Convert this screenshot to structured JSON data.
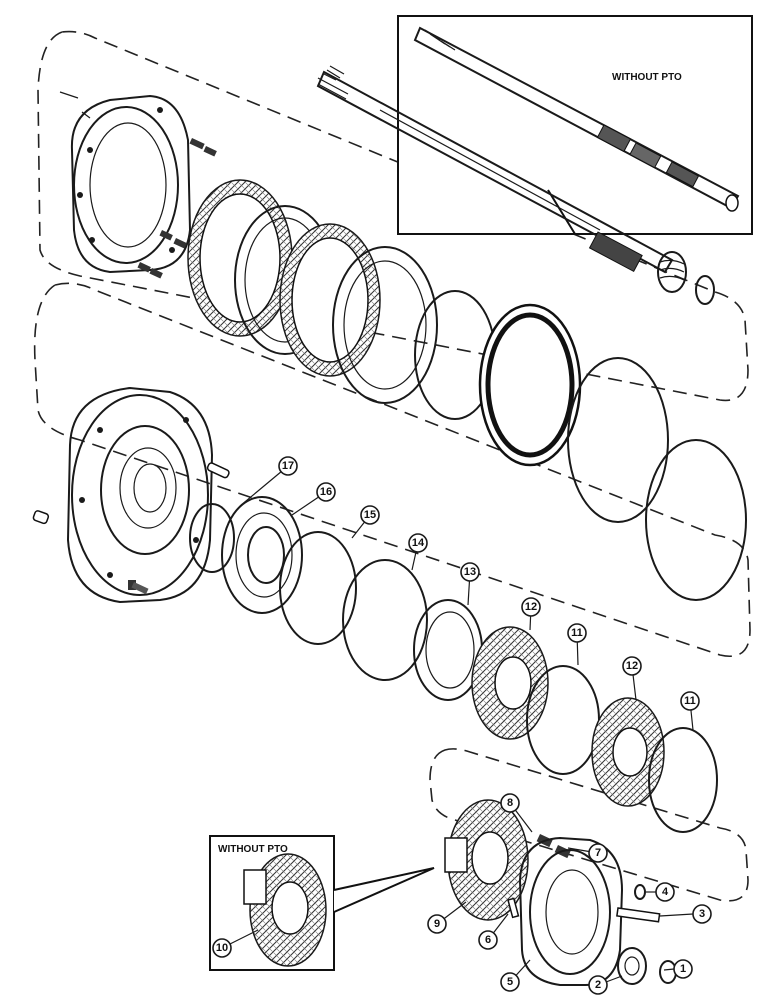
{
  "inset_top": {
    "label": "WITHOUT PTO"
  },
  "inset_bottom": {
    "label": "WITHOUT PTO"
  },
  "callouts": [
    "1",
    "2",
    "3",
    "4",
    "5",
    "6",
    "7",
    "8",
    "9",
    "10",
    "11",
    "11",
    "12",
    "12",
    "13",
    "14",
    "15",
    "16",
    "17"
  ]
}
